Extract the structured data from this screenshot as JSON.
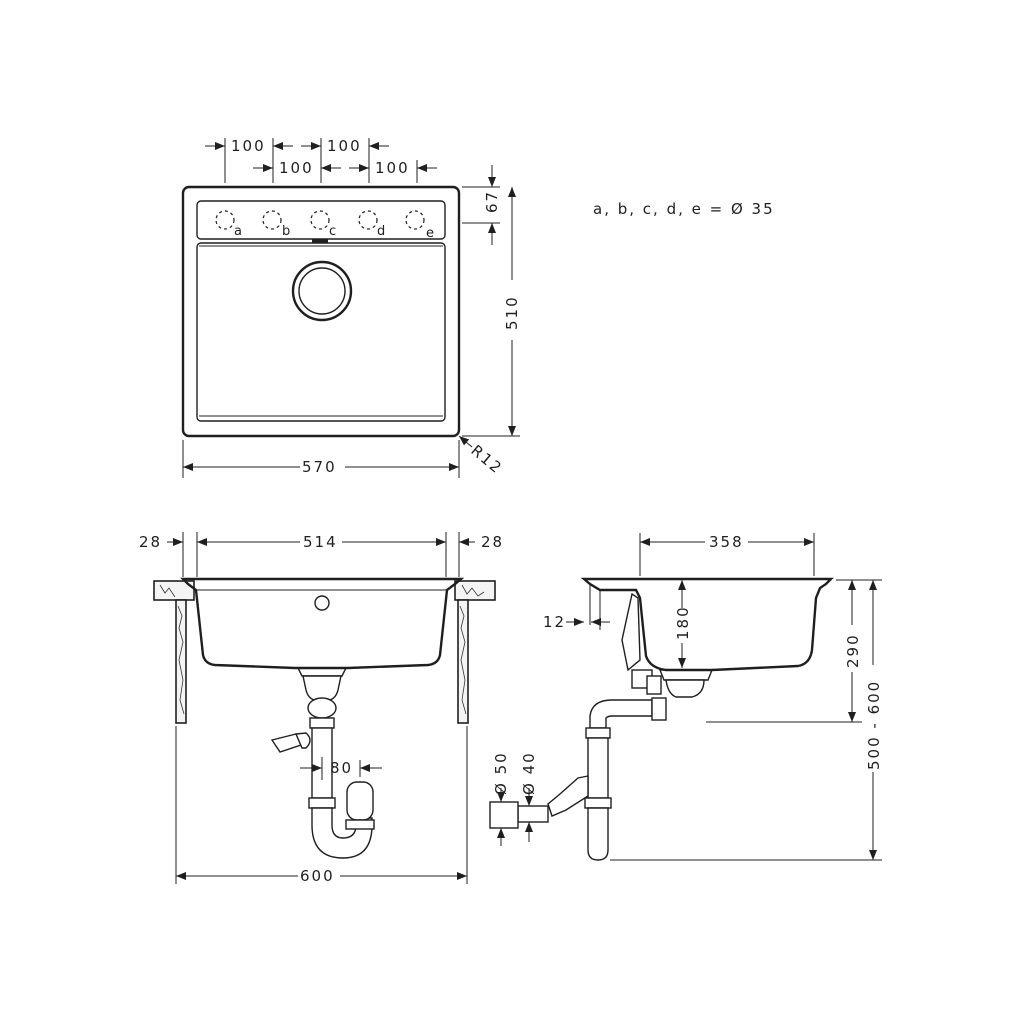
{
  "drawing": {
    "type": "technical-drawing",
    "subject": "kitchen sink dimensional drawing",
    "units": "mm"
  },
  "top_view": {
    "tap_hole_spacing_row1": [
      "100",
      "100"
    ],
    "tap_hole_spacing_row2": [
      "100",
      "100"
    ],
    "tap_hole_labels": [
      "a",
      "b",
      "c",
      "d",
      "e"
    ],
    "deck_depth": "67",
    "overall_depth": "510",
    "overall_width": "570",
    "corner_radius": "R12"
  },
  "note": {
    "text": "a, b, c, d, e = Ø 35"
  },
  "front_view": {
    "left_overhang": "28",
    "bowl_width": "514",
    "right_overhang": "28",
    "trap_offset": "80",
    "cabinet_width": "600"
  },
  "side_view": {
    "bowl_length": "358",
    "rim_offset": "12",
    "bowl_depth": "180",
    "drain_height": "290",
    "outlet_height_range": "500 - 600",
    "outlet_diameter_outer": "Ø 50",
    "outlet_diameter_inner": "Ø 40"
  }
}
